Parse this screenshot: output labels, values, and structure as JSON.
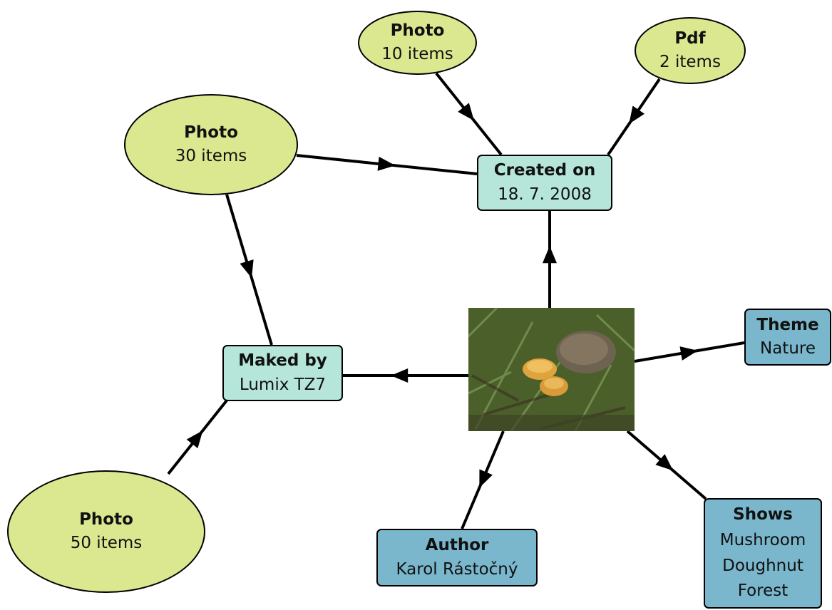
{
  "nodes": {
    "photo10": {
      "title": "Photo",
      "value": "10 items"
    },
    "pdf2": {
      "title": "Pdf",
      "value": "2 items"
    },
    "photo30": {
      "title": "Photo",
      "value": "30 items"
    },
    "photo50": {
      "title": "Photo",
      "value": "50 items"
    },
    "created_on": {
      "title": "Created on",
      "value": "18. 7. 2008"
    },
    "maked_by": {
      "title": "Maked by",
      "value": "Lumix TZ7"
    },
    "theme": {
      "title": "Theme",
      "value": "Nature"
    },
    "author": {
      "title": "Author",
      "value": "Karol Rástočný"
    },
    "shows": {
      "title": "Shows",
      "values": [
        "Mushroom",
        "Doughnut",
        "Forest"
      ]
    }
  },
  "colors": {
    "ellipse_fill": "#dbe890",
    "mint_fill": "#b6e6da",
    "blue_fill": "#7ab7cd",
    "edge": "#000000"
  },
  "center_image": {
    "subject": "mushroom-photo"
  }
}
